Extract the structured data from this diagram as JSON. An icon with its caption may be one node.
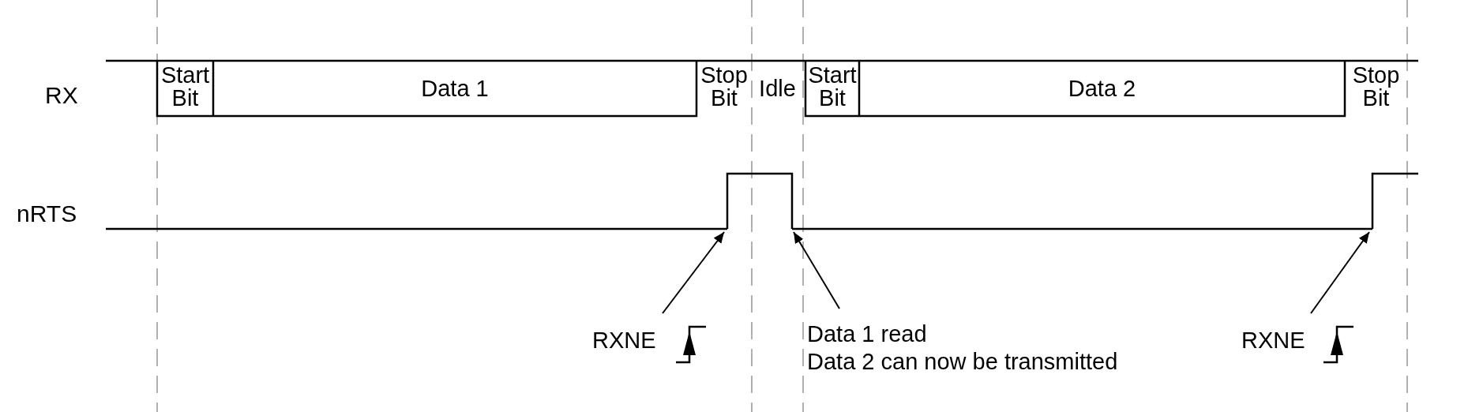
{
  "diagram": {
    "nodes": [
      {
        "text": [
          "Start Bit"
        ]
      },
      {
        "text": [
          "Data 1"
        ]
      },
      {
        "text": [
          "Stop Bit"
        ]
      },
      {
        "text": [
          "Idle"
        ]
      },
      {
        "text": [
          "Start Bit"
        ]
      },
      {
        "text": [
          "Data 2"
        ]
      },
      {
        "text": [
          "Stop Bit"
        ]
      },
      {
        "text": [
          "RXNE"
        ]
      },
      {
        "text": [
          "Data 1 read",
          "Data 2 can now be transmitted"
        ]
      },
      {
        "text": [
          "RXNE"
        ]
      },
      {
        "text": [],
        "shape": "line"
      },
      {
        "text": [],
        "shape": "line"
      }
    ],
    "edges": [
      {
        "from": 7,
        "to": 10,
        "arrow": "to"
      },
      {
        "from": 8,
        "to": 10,
        "arrow": "to"
      },
      {
        "from": 9,
        "to": 11,
        "arrow": "to"
      }
    ],
    "labels": [
      "RX",
      "nRTS"
    ]
  }
}
